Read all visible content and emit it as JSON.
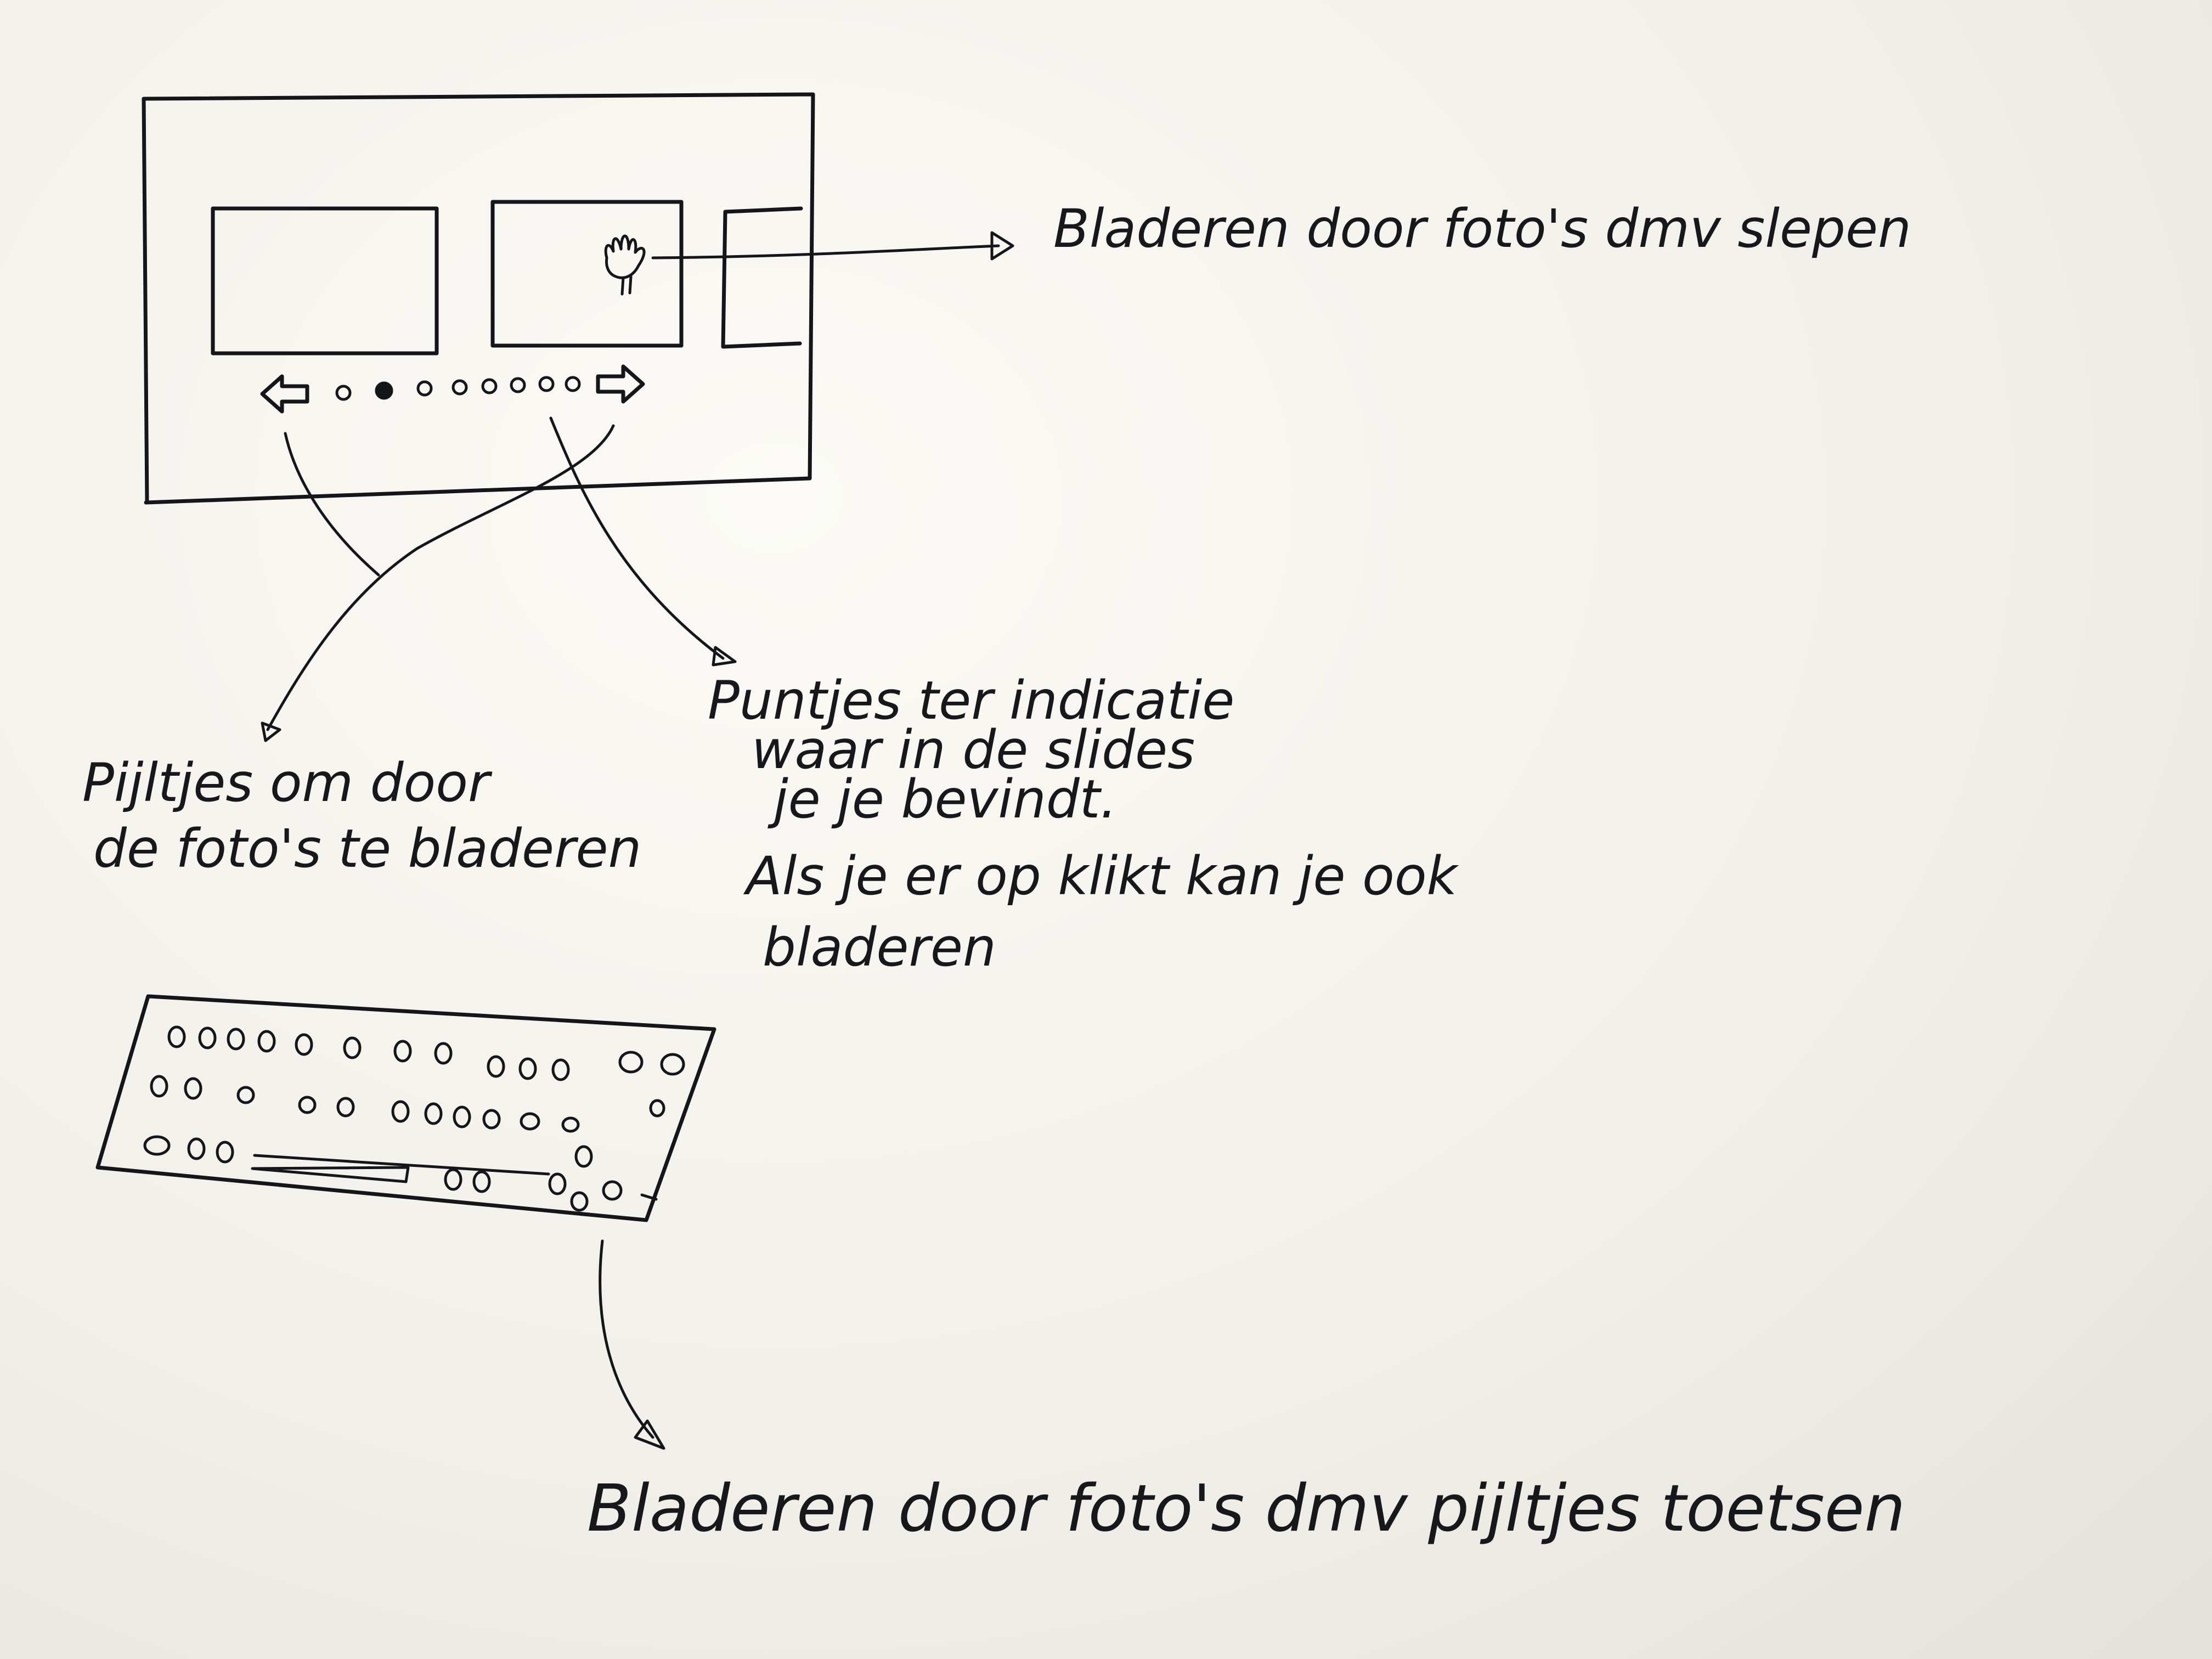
{
  "annotations": {
    "drag_browse": "Bladeren door foto's dmv slepen",
    "arrows_browse_line1": "Pijltjes om door",
    "arrows_browse_line2": "de foto's te bladeren",
    "dots_line1": "Puntjes ter indicatie",
    "dots_line2": "waar in de slides",
    "dots_line3": "je je bevindt.",
    "dots_line4": "Als je er op klikt kan je ook",
    "dots_line5": "bladeren",
    "keyboard_browse": "Bladeren door foto's dmv pijltjes toetsen"
  },
  "slider": {
    "dot_count": 8,
    "active_dot_number": 2
  },
  "icons": {
    "prev": "left-arrow-icon",
    "next": "right-arrow-icon",
    "drag": "hand-drag-icon",
    "keyboard": "keyboard-icon"
  },
  "colors": {
    "paper": "#f4f2ed",
    "ink": "#15161a"
  }
}
